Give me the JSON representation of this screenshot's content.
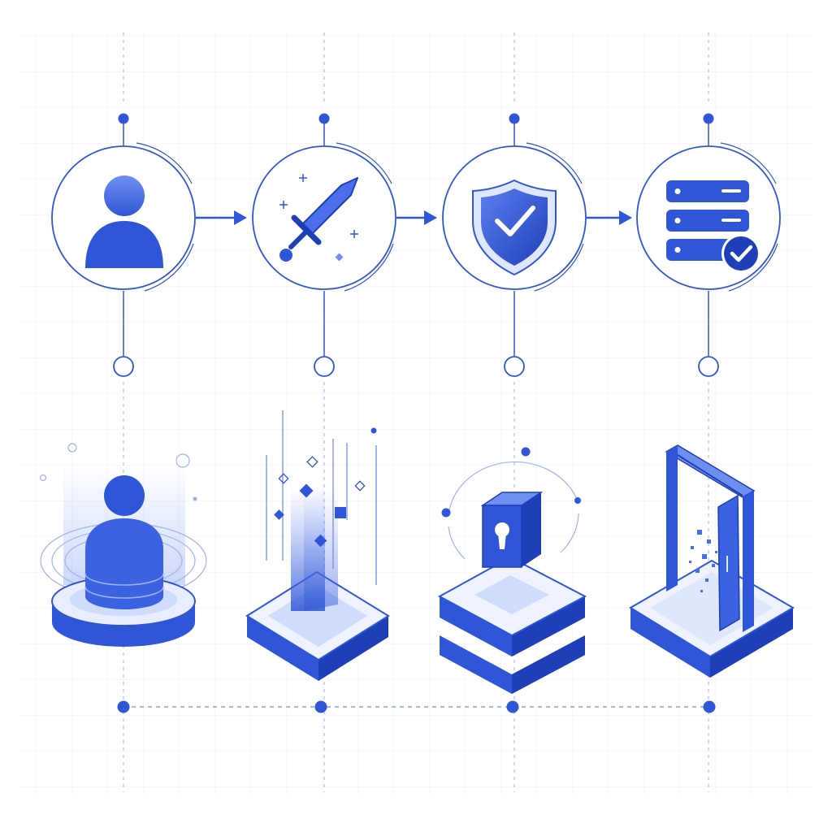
{
  "palette": {
    "primary": "#2f56d6",
    "primary_dark": "#1f3fb8",
    "primary_light": "#6f8ff0",
    "pale": "#dfe7fd",
    "grid": "#eef2fb",
    "guide": "#9fb3ee",
    "background": "#ffffff"
  },
  "steps": [
    {
      "id": "user",
      "icon": "user-icon",
      "scene": "user-on-platform"
    },
    {
      "id": "attack",
      "icon": "sword-icon",
      "scene": "data-beam-platform"
    },
    {
      "id": "protect",
      "icon": "shield-check-icon",
      "scene": "locked-cube-platform"
    },
    {
      "id": "verify",
      "icon": "server-check-icon",
      "scene": "open-door-platform"
    }
  ]
}
